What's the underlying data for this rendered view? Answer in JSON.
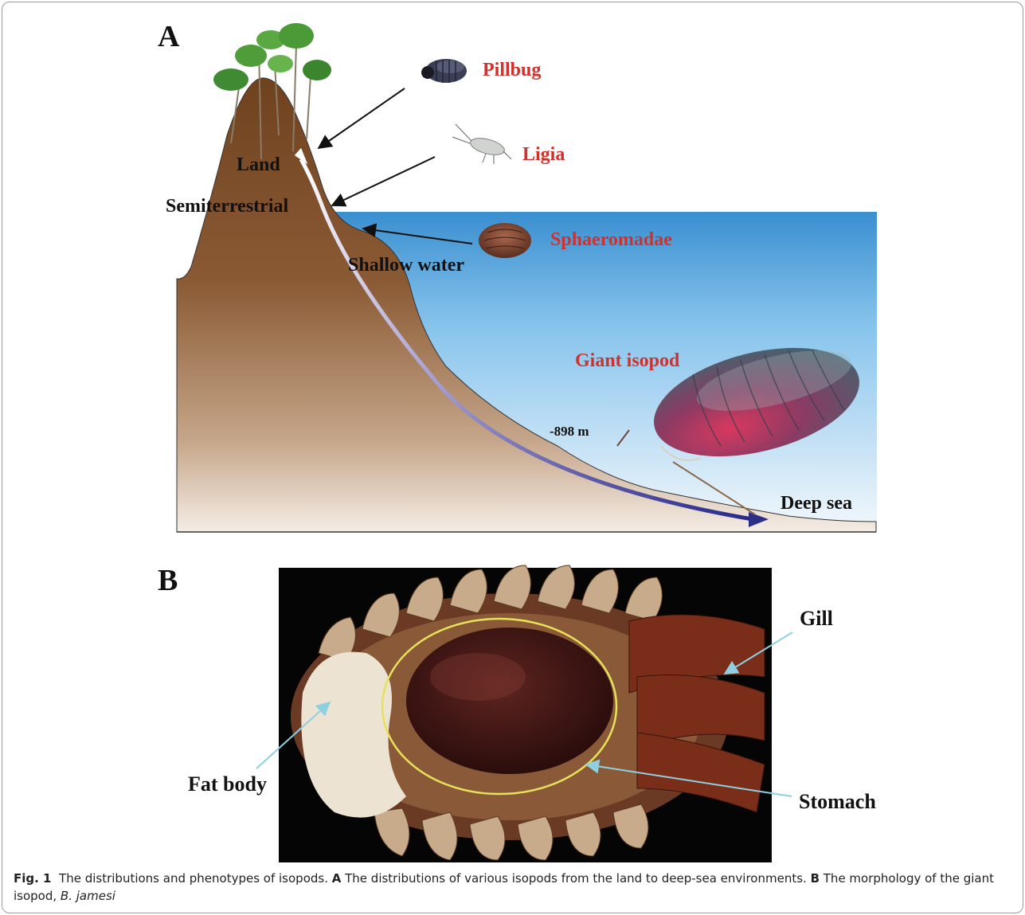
{
  "panel_a": {
    "letter": "A",
    "labels": {
      "pillbug": "Pillbug",
      "ligia": "Ligia",
      "sphaeromadae": "Sphaeromadae",
      "giant_isopod": "Giant isopod",
      "land": "Land",
      "semiterrestrial": "Semiterrestrial",
      "shallow_water": "Shallow water",
      "depth": "-898 m",
      "deep_sea": "Deep sea"
    }
  },
  "panel_b": {
    "letter": "B",
    "labels": {
      "gill": "Gill",
      "fat_body": "Fat body",
      "stomach": "Stomach"
    }
  },
  "caption": {
    "fig_label": "Fig. 1",
    "text1": "The distributions and phenotypes of isopods. ",
    "a_label": "A",
    "text2": " The distributions of various isopods from the land to deep-sea environments. ",
    "b_label": "B",
    "text3": " The morphology of the giant isopod, ",
    "species": "B. jamesi"
  },
  "colors": {
    "species_label": "#d0312d",
    "terrain": "#7a4a26",
    "sea_top": "#3a8fd0",
    "arrow_dark": "#2d2f86",
    "ellipse": "#e8e25a",
    "pointer": "#8fd0e0"
  }
}
